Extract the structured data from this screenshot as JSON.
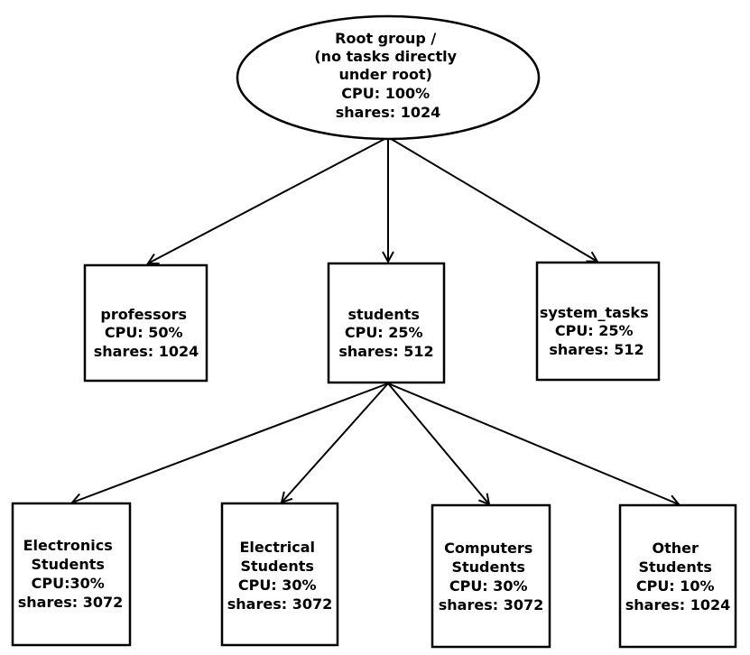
{
  "root": {
    "lines": [
      "Root group /",
      "(no tasks directly",
      "under root)",
      "CPU: 100%",
      "shares: 1024"
    ]
  },
  "professors": {
    "lines": [
      "professors",
      "CPU: 50%",
      "shares: 1024"
    ]
  },
  "students": {
    "lines": [
      "students",
      "CPU: 25%",
      "shares: 512"
    ]
  },
  "system_tasks": {
    "lines": [
      "system_tasks",
      "CPU: 25%",
      "shares: 512"
    ]
  },
  "electronics_students": {
    "lines": [
      "Electronics",
      "Students",
      "CPU:30%",
      "shares: 3072"
    ]
  },
  "electrical_students": {
    "lines": [
      "Electrical",
      "Students",
      "CPU: 30%",
      "shares: 3072"
    ]
  },
  "computers_students": {
    "lines": [
      "Computers",
      "Students",
      "CPU: 30%",
      "shares: 3072"
    ]
  },
  "other_students": {
    "lines": [
      "Other",
      "Students",
      "CPU: 10%",
      "shares: 1024"
    ]
  }
}
